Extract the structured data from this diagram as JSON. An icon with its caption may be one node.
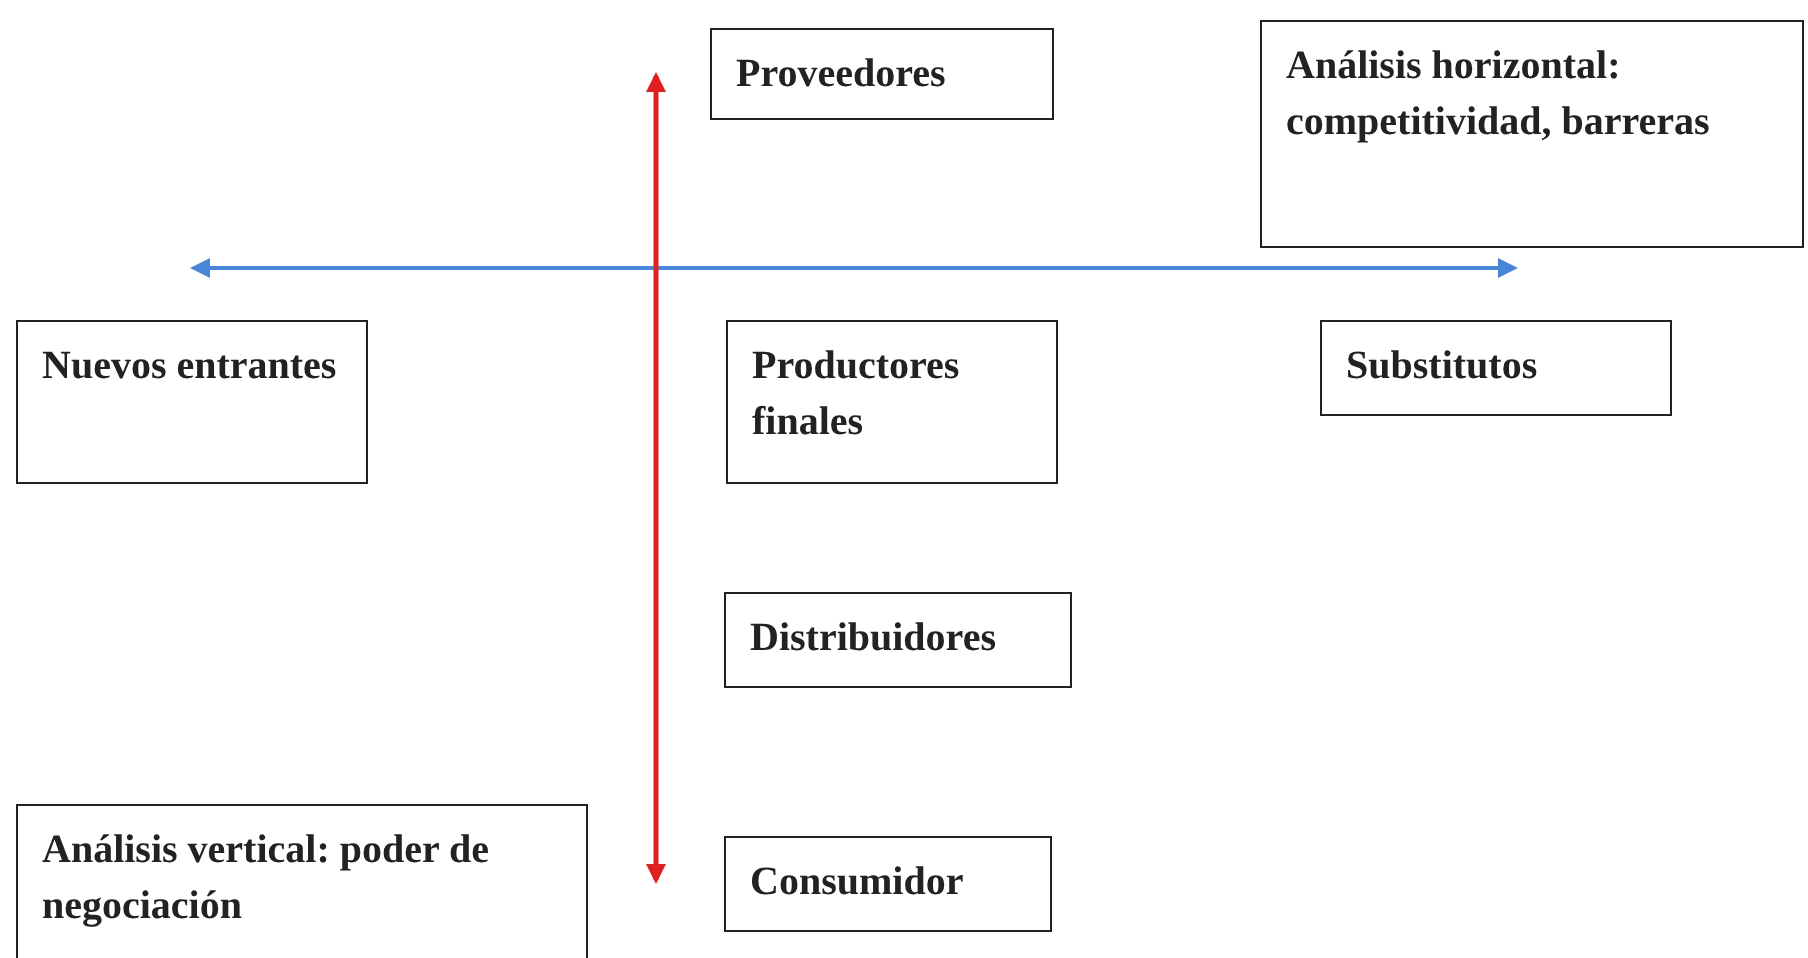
{
  "diagram": {
    "nodes": [
      {
        "text": [
          "Proveedores"
        ]
      },
      {
        "text": [
          "Análisis horizontal: competitividad, barreras"
        ]
      },
      {
        "text": [
          "Nuevos entrantes"
        ]
      },
      {
        "text": [
          "Productores finales"
        ]
      },
      {
        "text": [
          "Substitutos"
        ]
      },
      {
        "text": [
          "Distribuidores"
        ]
      },
      {
        "text": [
          "Análisis vertical: poder de negociación"
        ]
      },
      {
        "text": [
          "Consumidor"
        ]
      }
    ]
  }
}
